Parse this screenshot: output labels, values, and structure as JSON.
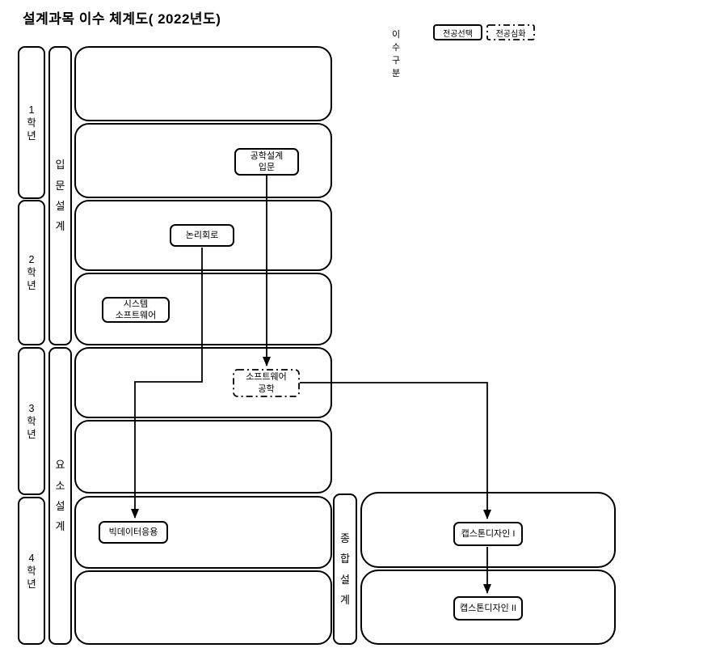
{
  "title": "설계과목 이수 체계도( 2022년도)",
  "legend": {
    "label": "이수구분",
    "items": [
      {
        "label": "전공선택",
        "style": "solid"
      },
      {
        "label": "전공심화",
        "style": "dashdot"
      }
    ]
  },
  "grades": [
    {
      "label": "1학년"
    },
    {
      "label": "2학년"
    },
    {
      "label": "3학년"
    },
    {
      "label": "4학년"
    }
  ],
  "phases": [
    {
      "label": "입문설계"
    },
    {
      "label": "요소설계"
    },
    {
      "label": "종합설계"
    }
  ],
  "courses": [
    {
      "id": "intro-engineering-design",
      "label": "공학설계\n입문",
      "type": "전공선택"
    },
    {
      "id": "logic-circuits",
      "label": "논리회로",
      "type": "전공선택"
    },
    {
      "id": "system-software",
      "label": "시스템\n소프트웨어",
      "type": "전공선택"
    },
    {
      "id": "software-engineering",
      "label": "소프트웨어\n공학",
      "type": "전공심화"
    },
    {
      "id": "big-data-applications",
      "label": "빅데이터응용",
      "type": "전공선택"
    },
    {
      "id": "capstone-design-1",
      "label": "캡스톤디자인 I",
      "type": "전공선택"
    },
    {
      "id": "capstone-design-2",
      "label": "캡스톤디자인 II",
      "type": "전공선택"
    }
  ],
  "connections": [
    {
      "from": "공학설계 입문",
      "to": "소프트웨어 공학"
    },
    {
      "from": "논리회로",
      "to": "빅데이터응용"
    },
    {
      "from": "소프트웨어 공학",
      "to": "캡스톤디자인 I"
    },
    {
      "from": "캡스톤디자인 I",
      "to": "캡스톤디자인 II"
    }
  ]
}
